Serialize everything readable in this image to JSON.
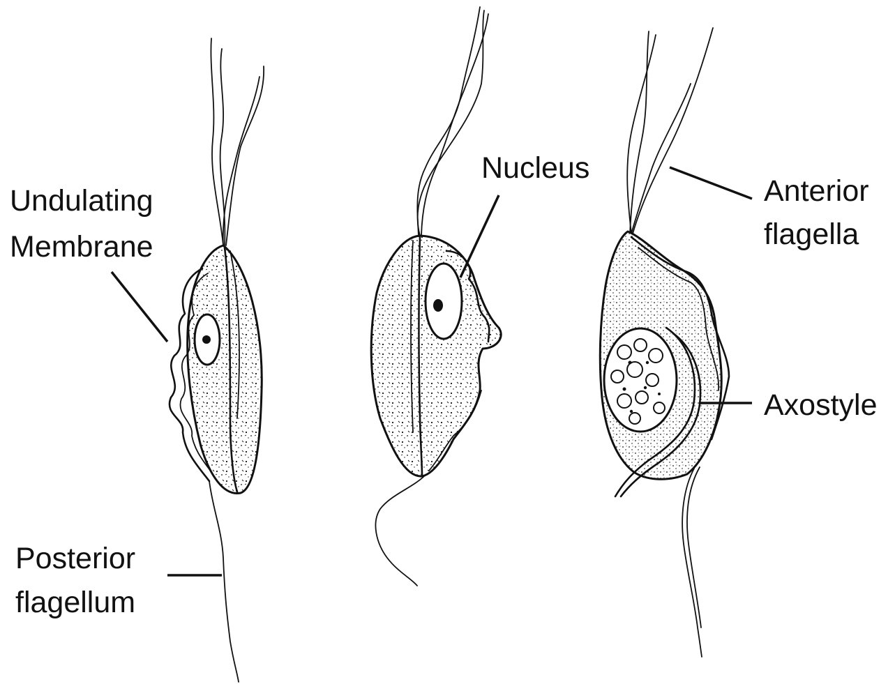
{
  "labels": {
    "undulating_membrane_line1": "Undulating",
    "undulating_membrane_line2": "Membrane",
    "posterior_flagellum_line1": "Posterior",
    "posterior_flagellum_line2": "flagellum",
    "nucleus": "Nucleus",
    "anterior_flagella_line1": "Anterior",
    "anterior_flagella_line2": "flagella",
    "axostyle": "Axostyle"
  },
  "colors": {
    "ink": "#111111",
    "background": "#ffffff"
  }
}
